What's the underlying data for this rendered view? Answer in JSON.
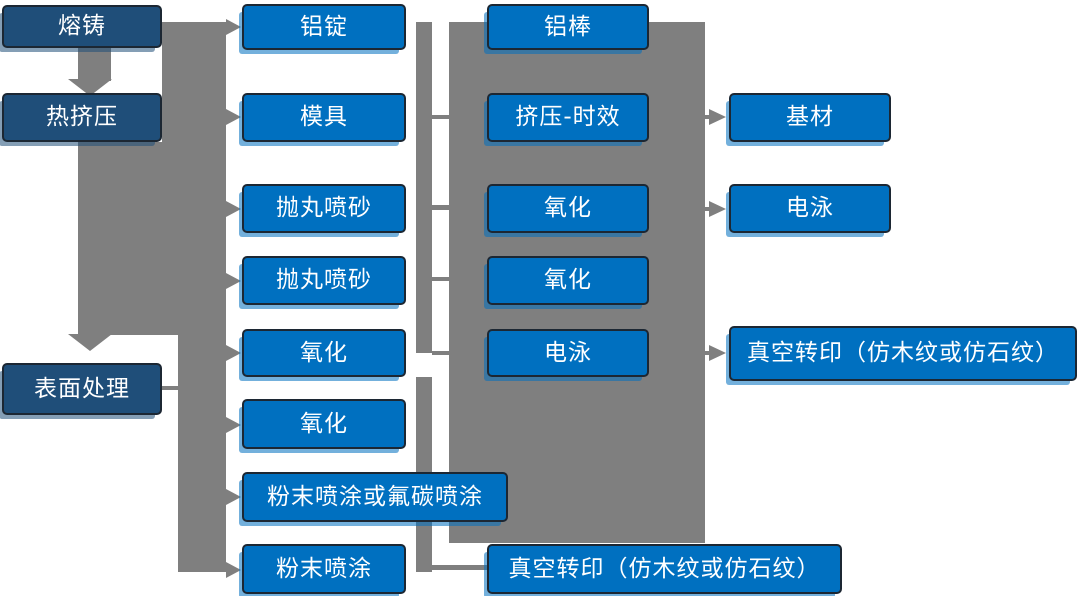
{
  "flowchart": {
    "column1": {
      "melting_casting": "熔铸",
      "hot_extrusion": "热挤压",
      "surface_treatment": "表面处理"
    },
    "column2": {
      "aluminum_ingot": "铝锭",
      "mold": "模具",
      "shot_blasting_1": "抛丸喷砂",
      "shot_blasting_2": "抛丸喷砂",
      "oxidation_1": "氧化",
      "oxidation_2": "氧化",
      "powder_or_fluorocarbon_spray": "粉末喷涂或氟碳喷涂",
      "powder_spray": "粉末喷涂"
    },
    "column3": {
      "aluminum_rod": "铝棒",
      "extrusion_aging": "挤压-时效",
      "oxidation_1": "氧化",
      "oxidation_2": "氧化",
      "electrophoresis": "电泳",
      "vacuum_transfer": "真空转印（仿木纹或仿石纹）"
    },
    "column4": {
      "base_material": "基材",
      "electrophoresis": "电泳",
      "vacuum_transfer": "真空转印（仿木纹或仿石纹）"
    }
  },
  "colors": {
    "primary_blue": "#0070C0",
    "dark_blue": "#1F4E79",
    "connector_gray": "#7F7F7F",
    "box_border": "#1C2733",
    "box_text": "#FFFFFF",
    "background": "#FFFFFF"
  }
}
